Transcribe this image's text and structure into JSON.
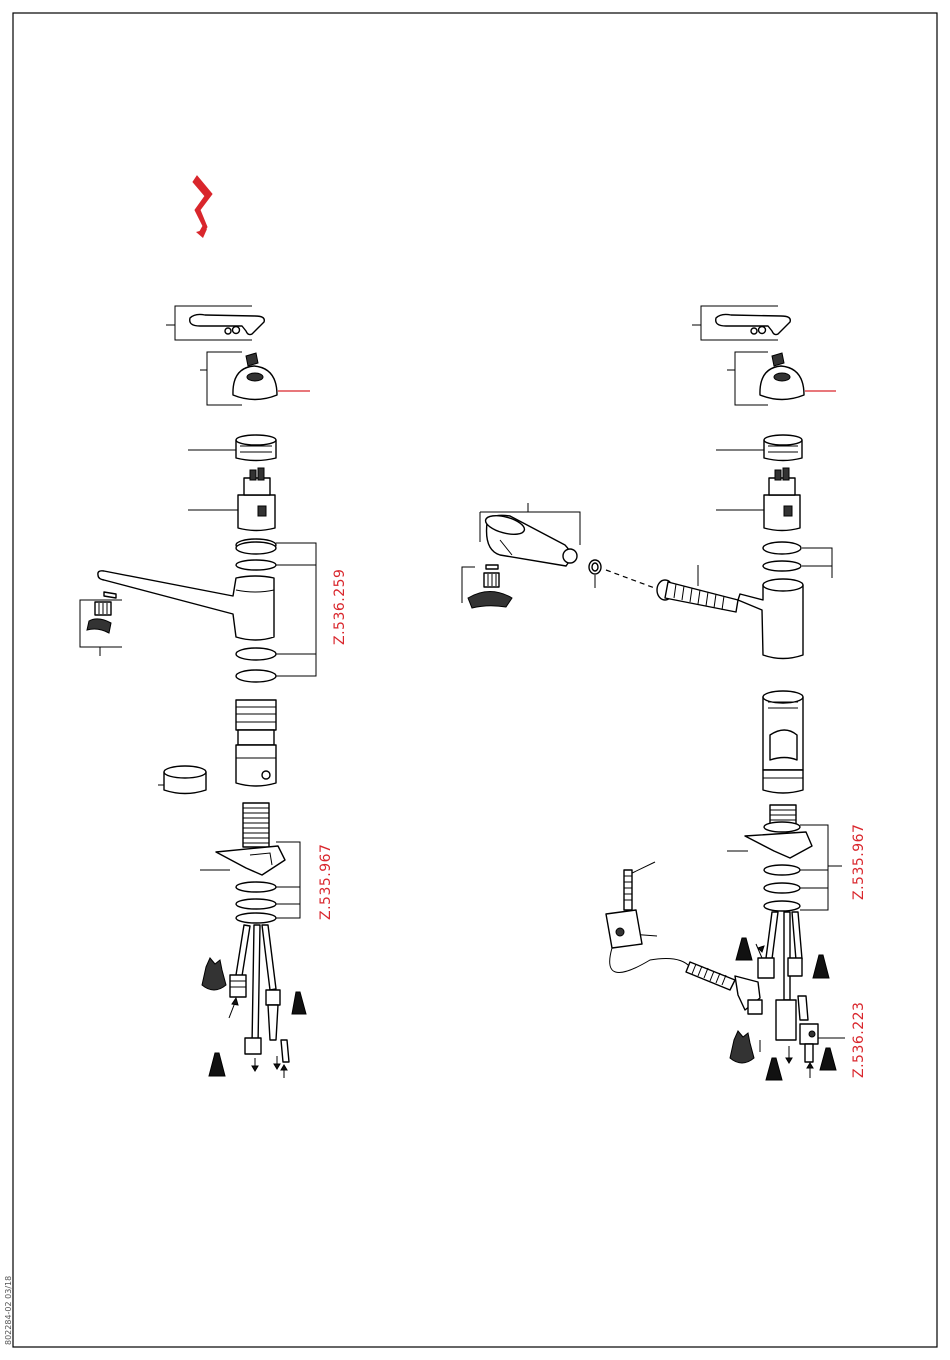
{
  "warning_icon": {
    "name": "lightning-bolt-icon",
    "color": "#d9262c"
  },
  "left_assembly": {
    "ref_cartridge_seals": "Z.536.259",
    "ref_mount_set": "Z.535.967"
  },
  "right_assembly": {
    "ref_mount_set": "Z.535.967",
    "ref_connector": "Z.536.223"
  },
  "document_number": "802284-02 03/18",
  "colors": {
    "accent": "#d9262c",
    "line": "#000000"
  }
}
